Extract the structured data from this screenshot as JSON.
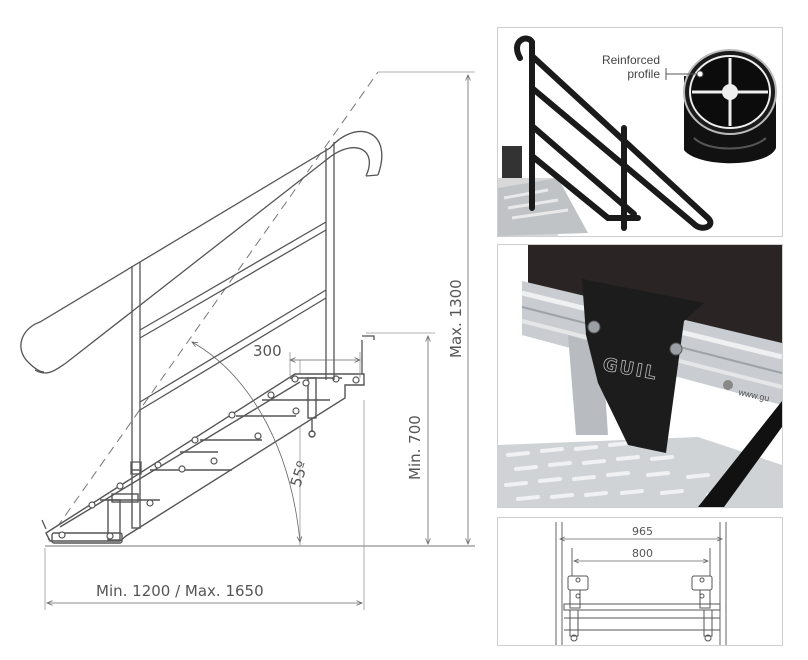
{
  "main": {
    "dims": {
      "height_max": "Max. 1300",
      "height_min": "Min. 700",
      "depth_top": "300",
      "angle": "55º",
      "length": "Min. 1200 / Max. 1650"
    }
  },
  "profile_panel": {
    "callout": "Reinforced profile"
  },
  "clamp_panel": {
    "brand": "GUIL",
    "url_fragment": "www.gu"
  },
  "width_panel": {
    "outer_width": "965",
    "inner_width": "800"
  },
  "colors": {
    "line": "#555555",
    "rail_black": "#1a1a1a",
    "aluminium": "#c9ccd0",
    "carpet": "#2a2424",
    "panel_border": "#cfcfcf"
  }
}
